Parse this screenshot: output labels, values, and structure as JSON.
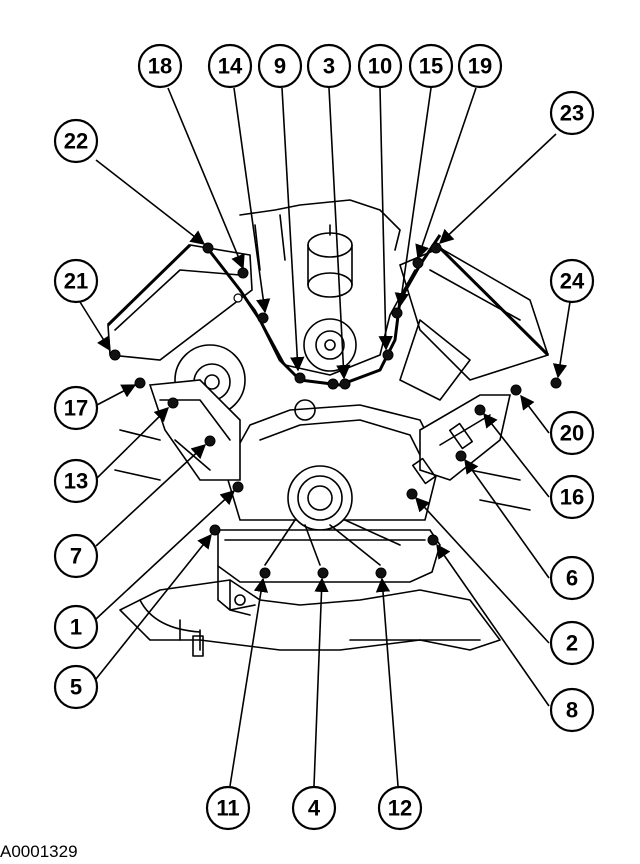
{
  "figure_id": "A0001329",
  "callouts": [
    {
      "label": "18"
    },
    {
      "label": "14"
    },
    {
      "label": "9"
    },
    {
      "label": "3"
    },
    {
      "label": "10"
    },
    {
      "label": "15"
    },
    {
      "label": "19"
    },
    {
      "label": "22"
    },
    {
      "label": "23"
    },
    {
      "label": "21"
    },
    {
      "label": "24"
    },
    {
      "label": "17"
    },
    {
      "label": "20"
    },
    {
      "label": "13"
    },
    {
      "label": "16"
    },
    {
      "label": "7"
    },
    {
      "label": "6"
    },
    {
      "label": "1"
    },
    {
      "label": "2"
    },
    {
      "label": "5"
    },
    {
      "label": "8"
    },
    {
      "label": "11"
    },
    {
      "label": "4"
    },
    {
      "label": "12"
    }
  ]
}
